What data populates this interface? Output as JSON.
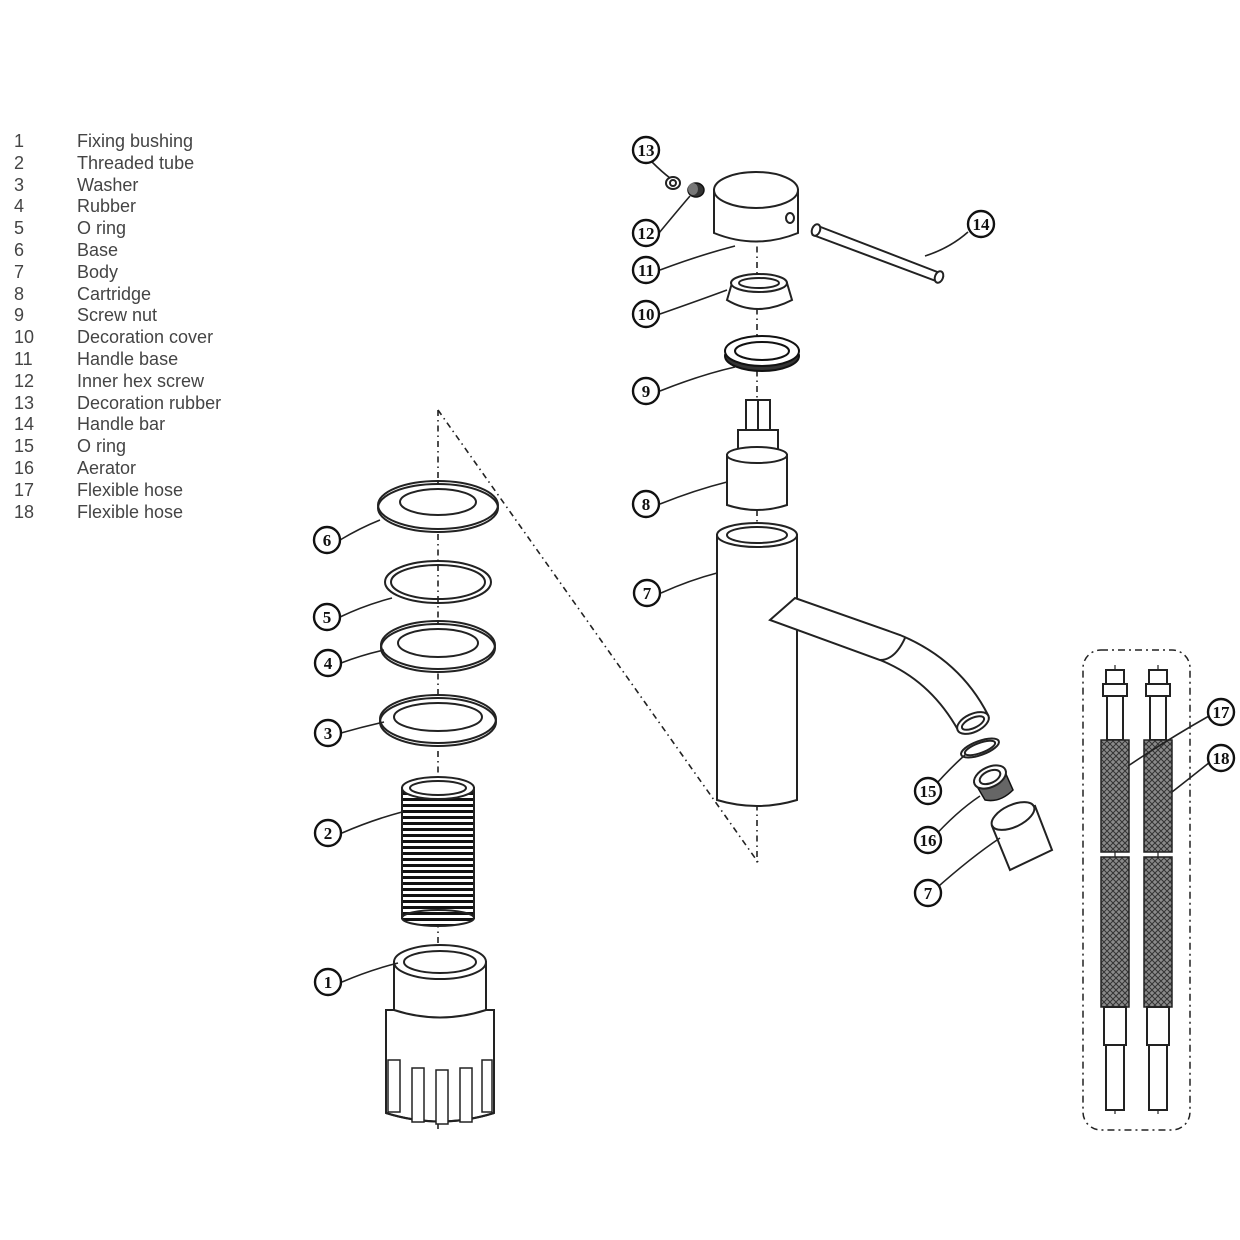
{
  "parts": [
    {
      "num": "1",
      "name": "Fixing bushing"
    },
    {
      "num": "2",
      "name": "Threaded tube"
    },
    {
      "num": "3",
      "name": "Washer"
    },
    {
      "num": "4",
      "name": "Rubber"
    },
    {
      "num": "5",
      "name": "O ring"
    },
    {
      "num": "6",
      "name": "Base"
    },
    {
      "num": "7",
      "name": "Body"
    },
    {
      "num": "8",
      "name": "Cartridge"
    },
    {
      "num": "9",
      "name": "Screw nut"
    },
    {
      "num": "10",
      "name": "Decoration cover"
    },
    {
      "num": "11",
      "name": "Handle base"
    },
    {
      "num": "12",
      "name": "Inner hex screw"
    },
    {
      "num": "13",
      "name": "Decoration rubber"
    },
    {
      "num": "14",
      "name": "Handle bar"
    },
    {
      "num": "15",
      "name": "O ring"
    },
    {
      "num": "16",
      "name": "Aerator"
    },
    {
      "num": "17",
      "name": "Flexible hose"
    },
    {
      "num": "18",
      "name": "Flexible hose"
    }
  ],
  "callouts": {
    "c1": "1",
    "c2": "2",
    "c3": "3",
    "c4": "4",
    "c5": "5",
    "c6": "6",
    "c7a": "7",
    "c7b": "7",
    "c8": "8",
    "c9": "9",
    "c10": "10",
    "c11": "11",
    "c12": "12",
    "c13": "13",
    "c14": "14",
    "c15": "15",
    "c16": "16",
    "c17": "17",
    "c18": "18"
  }
}
